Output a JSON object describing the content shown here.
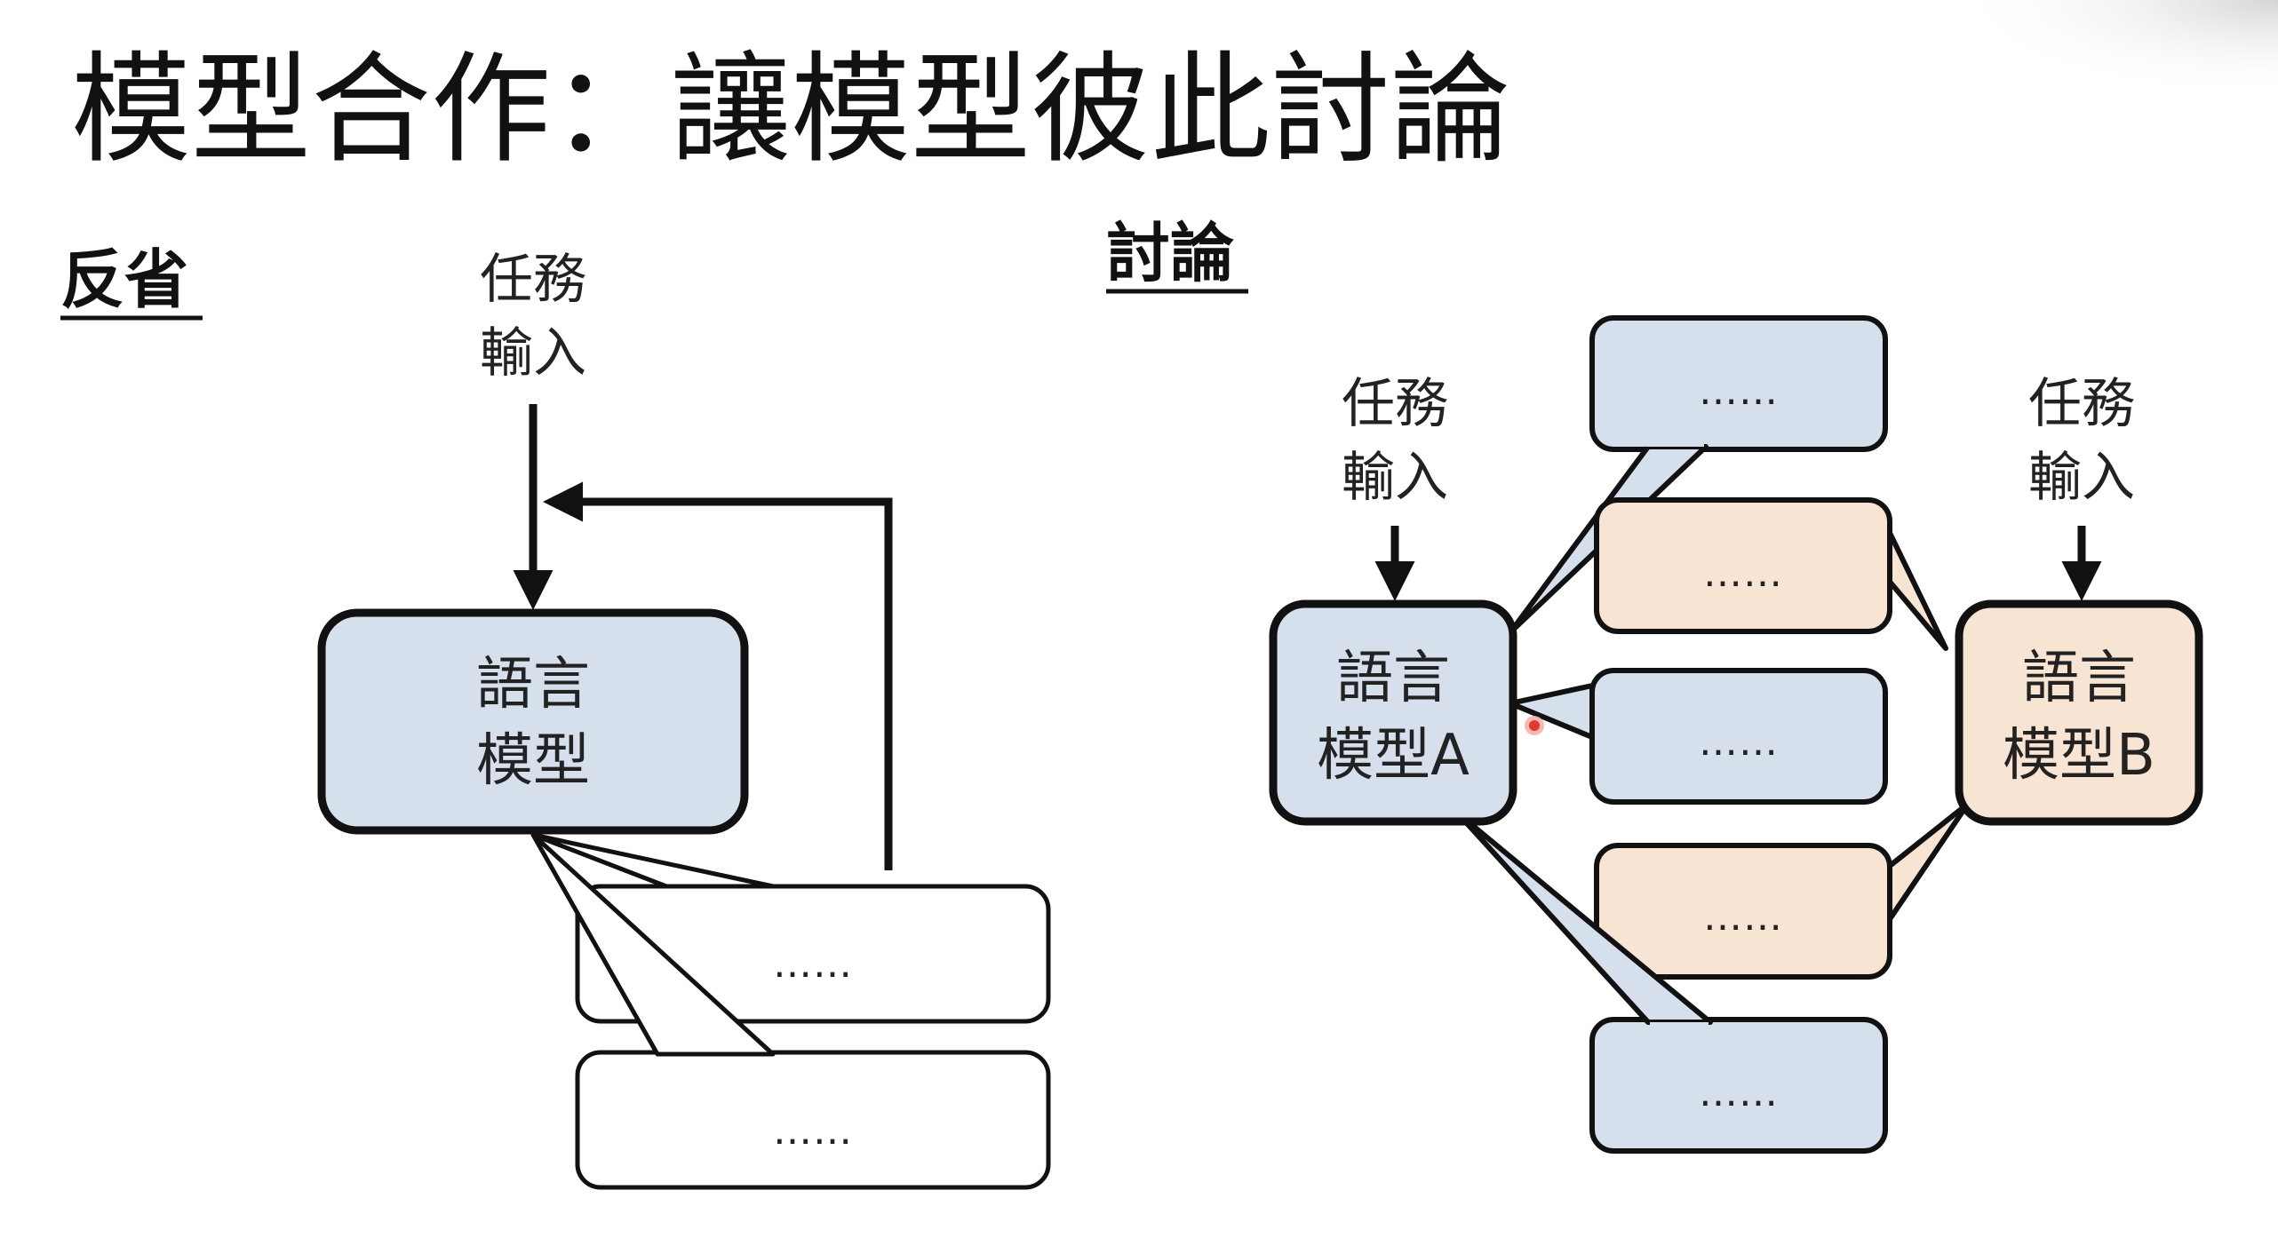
{
  "title": "模型合作：讓模型彼此討論",
  "reflection": {
    "label": "反省",
    "task_input_line1": "任務",
    "task_input_line2": "輸入",
    "model_line1": "語言",
    "model_line2": "模型",
    "bubble_top_text": "……",
    "bubble_bottom_text": "……"
  },
  "discussion": {
    "label": "討論",
    "task_input_a_line1": "任務",
    "task_input_a_line2": "輸入",
    "task_input_b_line1": "任務",
    "task_input_b_line2": "輸入",
    "model_a_line1": "語言",
    "model_a_line2": "模型A",
    "model_b_line1": "語言",
    "model_b_line2": "模型B",
    "bubbles": [
      "……",
      "……",
      "……",
      "……",
      "……"
    ]
  },
  "colors": {
    "model_a_fill": "#d6dfec",
    "model_b_fill": "#f8e4d3",
    "outline": "#111111",
    "pointer": "#e03a2f"
  }
}
